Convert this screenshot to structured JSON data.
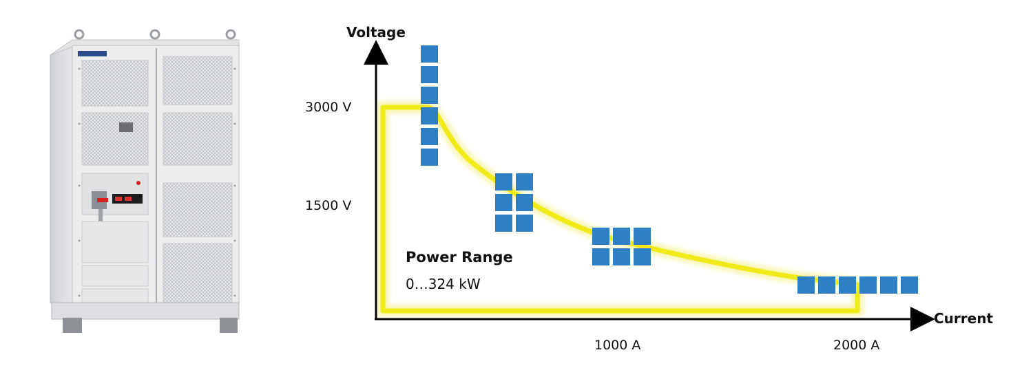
{
  "product_image": {
    "semantic": "power-supply-cabinet-photo"
  },
  "diagram": {
    "y_axis_label": "Voltage",
    "x_axis_label": "Current",
    "y_ticks": [
      "3000 V",
      "1500 V"
    ],
    "x_ticks": [
      "1000 A",
      "2000 A"
    ],
    "power_range_title": "Power Range",
    "power_range_value": "0…324 kW",
    "module_configurations": [
      {
        "rows": 6,
        "cols": 1
      },
      {
        "rows": 3,
        "cols": 2
      },
      {
        "rows": 2,
        "cols": 3
      },
      {
        "rows": 1,
        "cols": 6
      }
    ],
    "colors": {
      "module": "#2e7fc4",
      "envelope": "#f0ea1a",
      "axis": "#000000"
    }
  }
}
